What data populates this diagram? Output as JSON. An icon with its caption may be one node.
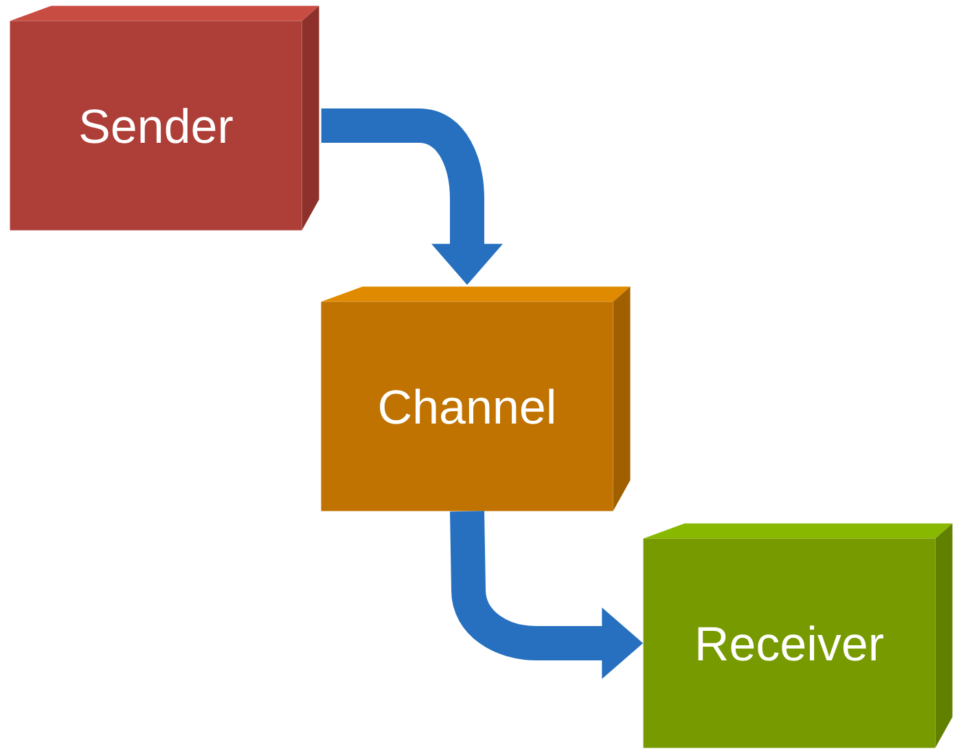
{
  "diagram": {
    "nodes": [
      {
        "text": [
          "Sender"
        ]
      },
      {
        "text": [
          "Channel"
        ]
      },
      {
        "text": [
          "Receiver"
        ]
      }
    ],
    "edges": [
      {
        "from": 0,
        "to": 1,
        "arrow": "to"
      },
      {
        "from": 1,
        "to": 2,
        "arrow": "to"
      }
    ]
  }
}
